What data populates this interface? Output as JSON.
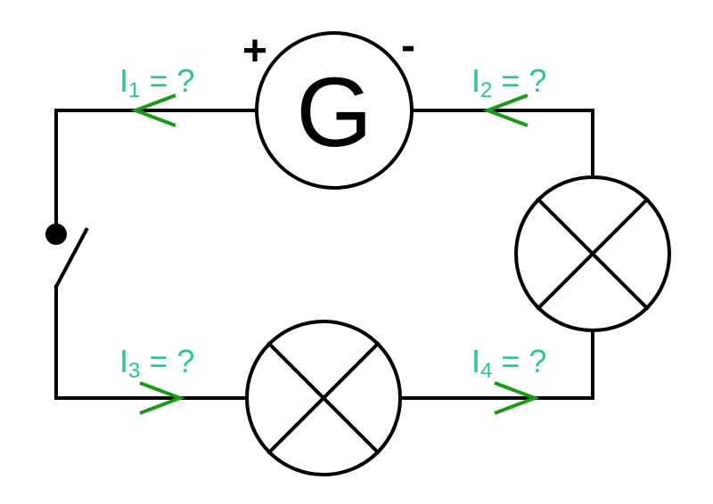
{
  "generator": {
    "symbol": "G",
    "plus": "+",
    "minus": "-"
  },
  "currents": [
    {
      "id": "I1",
      "letter": "I",
      "index": "1",
      "rest": " = ?"
    },
    {
      "id": "I2",
      "letter": "I",
      "index": "2",
      "rest": " = ?"
    },
    {
      "id": "I3",
      "letter": "I",
      "index": "3",
      "rest": " = ?"
    },
    {
      "id": "I4",
      "letter": "I",
      "index": "4",
      "rest": " = ?"
    }
  ],
  "colors": {
    "wire": "#000000",
    "arrow": "#1a9a1a",
    "label": "#2dc48f"
  }
}
